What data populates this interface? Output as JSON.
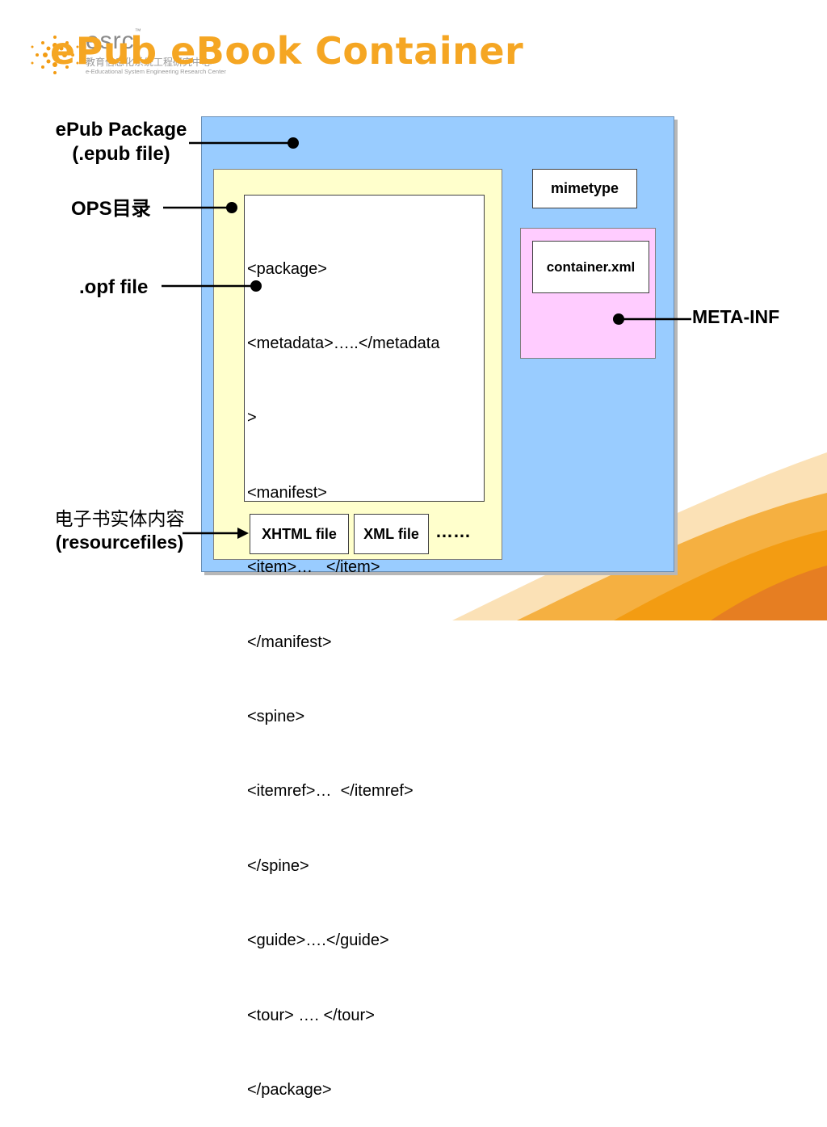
{
  "slide": {
    "title": "ePub eBook Container",
    "logo": {
      "name": "esrc",
      "tm": "™",
      "chinese": "教育信息化系统工程研究中心",
      "english": "e-Educational System Engineering Research Center"
    }
  },
  "labels": {
    "epub_package": "ePub Package (.epub file)",
    "ops": "OPS目录",
    "opf": ".opf file",
    "meta_inf": "META-INF",
    "resources_cn": "电子书实体内容",
    "resources_en": "(resourcefiles)"
  },
  "boxes": {
    "mimetype": "mimetype",
    "container": "container.xml",
    "xhtml": "XHTML file",
    "xml": "XML file",
    "ellipsis": "……"
  },
  "opf_lines": [
    "<package>",
    "<metadata>…..</metadata",
    ">",
    "<manifest>",
    "<item>…   </item>",
    "</manifest>",
    "<spine>",
    "<itemref>…  </itemref>",
    "</spine>",
    "<guide>….</guide>",
    "<tour> …. </tour>",
    "</package>"
  ],
  "colors": {
    "title": "#f5a623",
    "package_fill": "#99ccff",
    "ops_fill": "#ffffcc",
    "meta_fill": "#ffccff",
    "accent_swoosh": "#f39c12"
  }
}
